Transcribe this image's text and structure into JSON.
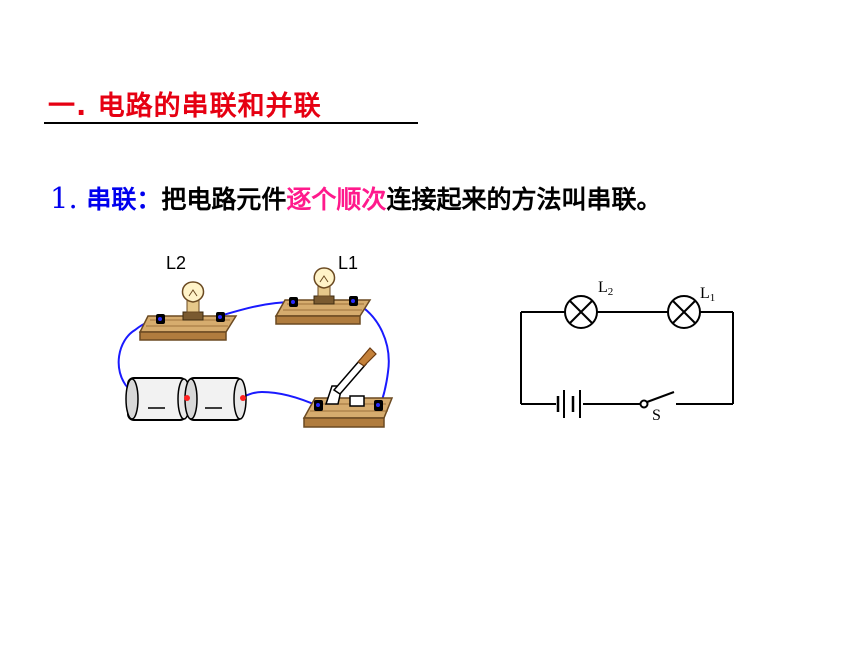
{
  "heading": {
    "title": "一. 电路的串联和并联"
  },
  "series": {
    "number": "1.",
    "term": "串联：",
    "before": "把电路元件",
    "highlight": "逐个顺次",
    "after": "连接起来的方法叫串联。"
  },
  "physical_circuit": {
    "bulb_left": "L2",
    "bulb_right": "L1"
  },
  "schematic": {
    "lamp_left_main": "L",
    "lamp_left_sub": "2",
    "lamp_right_main": "L",
    "lamp_right_sub": "1",
    "switch_label": "S"
  },
  "colors": {
    "title": "#e60012",
    "term": "#0000ee",
    "highlight": "#ff1a8c",
    "wire": "#1a1aff",
    "wood": "#c79a5a"
  }
}
